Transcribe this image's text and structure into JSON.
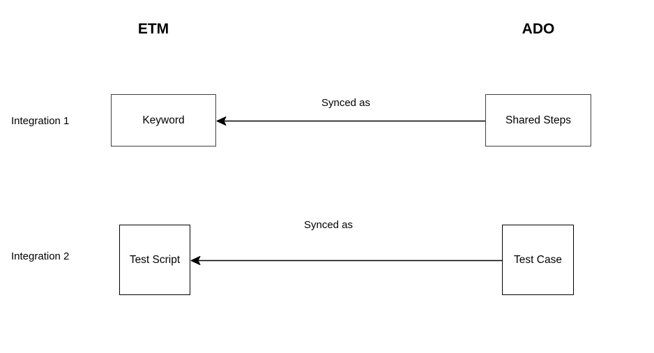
{
  "diagram": {
    "columns": {
      "etm": "ETM",
      "ado": "ADO"
    },
    "rows": [
      {
        "label": "Integration 1",
        "etm_node": "Keyword",
        "ado_node": "Shared Steps",
        "arrow_label": "Synced as",
        "arrow_direction": "ado-to-etm"
      },
      {
        "label": "Integration 2",
        "etm_node": "Test Script",
        "ado_node": "Test Case",
        "arrow_label": "Synced as",
        "arrow_direction": "ado-to-etm"
      }
    ],
    "colors": {
      "background": "#ffffff",
      "text": "#000000",
      "row1_box_border": "#404040",
      "row2_box_border": "#000000",
      "arrow": "#000000"
    }
  }
}
